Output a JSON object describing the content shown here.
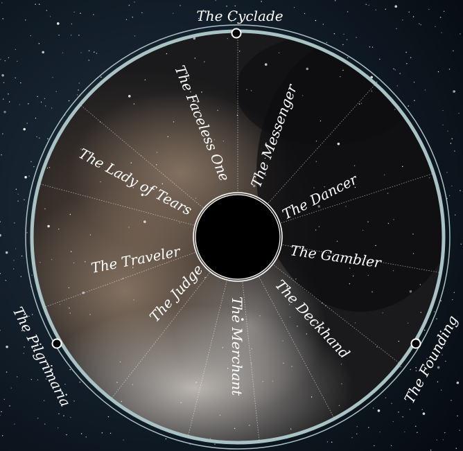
{
  "wheel": {
    "top_marker": "The Cyclade",
    "left_marker": "The Pilgrimaria",
    "right_marker": "The Founding",
    "segments": [
      "The Faceless One",
      "The Messenger",
      "The Dancer",
      "The Gambler",
      "The Deckhand",
      "The Merchant",
      "The Judge",
      "The Traveler",
      "The Lady of Tears"
    ]
  },
  "colors": {
    "ring": "#a9c3c4",
    "hub": "#000000",
    "text": "#ffffff"
  }
}
